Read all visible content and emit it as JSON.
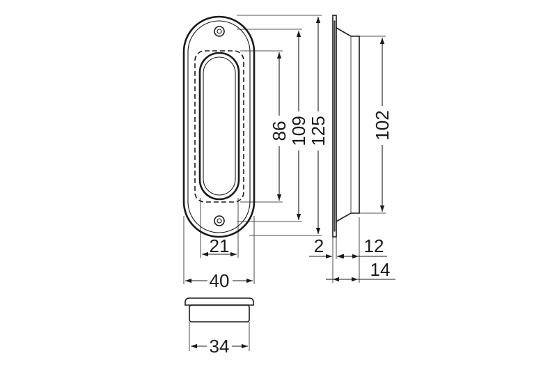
{
  "drawing": {
    "colors": {
      "line": "#1a1a1a",
      "background": "#ffffff"
    },
    "dimensions": {
      "d125": "125",
      "d109": "109",
      "d86": "86",
      "d102": "102",
      "d21": "21",
      "d40": "40",
      "d34": "34",
      "d2": "2",
      "d12": "12",
      "d14": "14"
    }
  }
}
